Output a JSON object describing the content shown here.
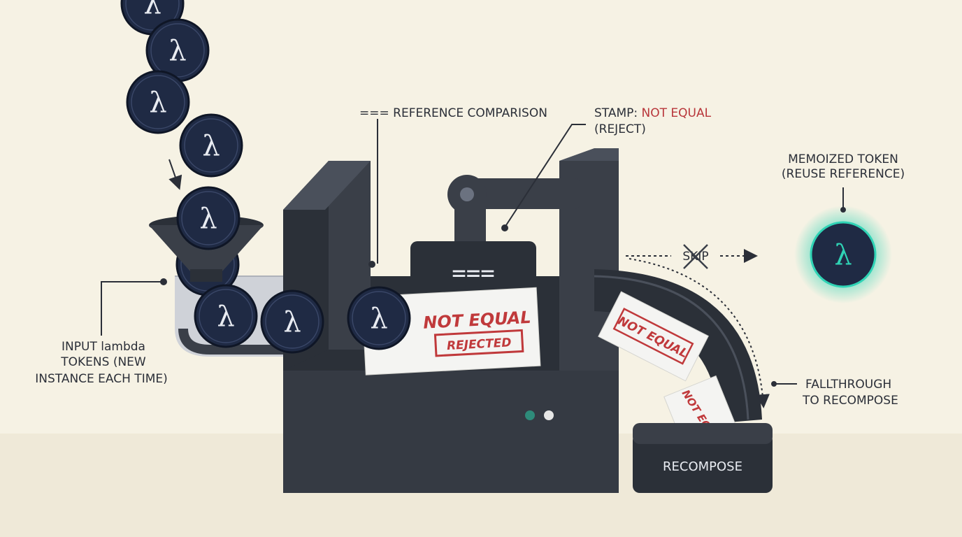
{
  "colors": {
    "background": "#f6f2e4",
    "machine": "#3a3f48",
    "machine_dark": "#2b3038",
    "token": "#1f2a44",
    "glow": "#2fd3b5",
    "stamp_red": "#c0393b",
    "led_green": "#2e8b7a",
    "led_light": "#e6e6e6"
  },
  "icons": {
    "token": "lambda-token-icon",
    "skip": "cross-icon",
    "funnel": "funnel-icon"
  },
  "labels": {
    "reference_comparison": "=== REFERENCE COMPARISON",
    "stamp_prefix": "STAMP: ",
    "stamp_value": "NOT EQUAL",
    "stamp_reject": "(REJECT)",
    "memoized_title": "MEMOIZED TOKEN",
    "memoized_sub": "(REUSE REFERENCE)",
    "skip": "SKIP",
    "input_line1": "INPUT lambda",
    "input_line2": "TOKENS (NEW",
    "input_line3": "INSTANCE EACH TIME)",
    "fallthrough_line1": "FALLTHROUGH",
    "fallthrough_line2": "TO RECOMPOSE"
  },
  "machine": {
    "stamp_symbol": "===",
    "card_main": "NOT EQUAL",
    "card_sub": "REJECTED",
    "slip_text": "NOT EQUAL",
    "slip_partial": "NOT EQU",
    "bin_label": "RECOMPOSE"
  },
  "token": {
    "glyph": "λ"
  }
}
